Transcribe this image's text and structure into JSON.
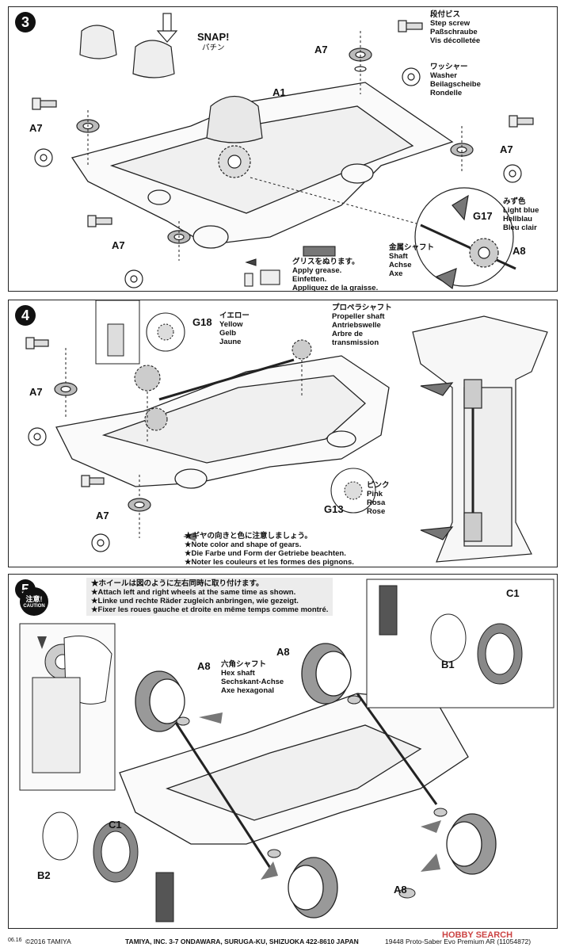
{
  "step3": {
    "number": "3",
    "snap": [
      "SNAP!",
      "パチン"
    ],
    "parts": {
      "a7": "A7",
      "a1": "A1",
      "a8": "A8",
      "g17": "G17"
    },
    "step_screw": [
      "段付ビス",
      "Step screw",
      "Paßschraube",
      "Vis décolletée"
    ],
    "washer": [
      "ワッシャー",
      "Washer",
      "Beilagscheibe",
      "Rondelle"
    ],
    "light_blue": [
      "みず色",
      "Light blue",
      "Hellblau",
      "Bleu clair"
    ],
    "shaft": [
      "金属シャフト",
      "Shaft",
      "Achse",
      "Axe"
    ],
    "grease": [
      "グリスをぬります。",
      "Apply grease.",
      "Einfetten.",
      "Appliquez de la graisse."
    ]
  },
  "step4": {
    "number": "4",
    "parts": {
      "a7": "A7",
      "g18": "G18",
      "g13": "G13"
    },
    "yellow": [
      "イエロー",
      "Yellow",
      "Gelb",
      "Jaune"
    ],
    "propeller": [
      "プロペラシャフト",
      "Propeller shaft",
      "Antriebswelle",
      "Arbre de",
      "transmission"
    ],
    "pink": [
      "ピンク",
      "Pink",
      "Rosa",
      "Rose"
    ],
    "gear_note": [
      "★ギヤの向きと色に注意しましょう。",
      "★Note color and shape of gears.",
      "★Die Farbe und Form der Getriebe beachten.",
      "★Noter les couleurs et les formes des pignons."
    ]
  },
  "step5": {
    "number": "5",
    "caution": {
      "jp": "注意!",
      "en": "CAUTION"
    },
    "wheel_note": [
      "★ホイールは図のように左右同時に取り付けます。",
      "★Attach left and right wheels at the same time as shown.",
      "★Linke und rechte Räder zugleich anbringen, wie gezeigt.",
      "★Fixer les roues gauche et droite en même temps comme montré."
    ],
    "parts": {
      "a8": "A8",
      "c1": "C1",
      "b1": "B1",
      "b2": "B2"
    },
    "hex_shaft": [
      "六角シャフト",
      "Hex shaft",
      "Sechskant-Achse",
      "Axe hexagonal"
    ]
  },
  "footer": {
    "code": "06.16",
    "copyright": "©2016 TAMIYA",
    "address": "TAMIYA, INC. 3-7 ONDAWARA, SURUGA-KU, SHIZUOKA 422-8610 JAPAN",
    "product": "19448 Proto-Saber Evo Premium AR (11054872)",
    "watermark": "HOBBY SEARCH"
  }
}
